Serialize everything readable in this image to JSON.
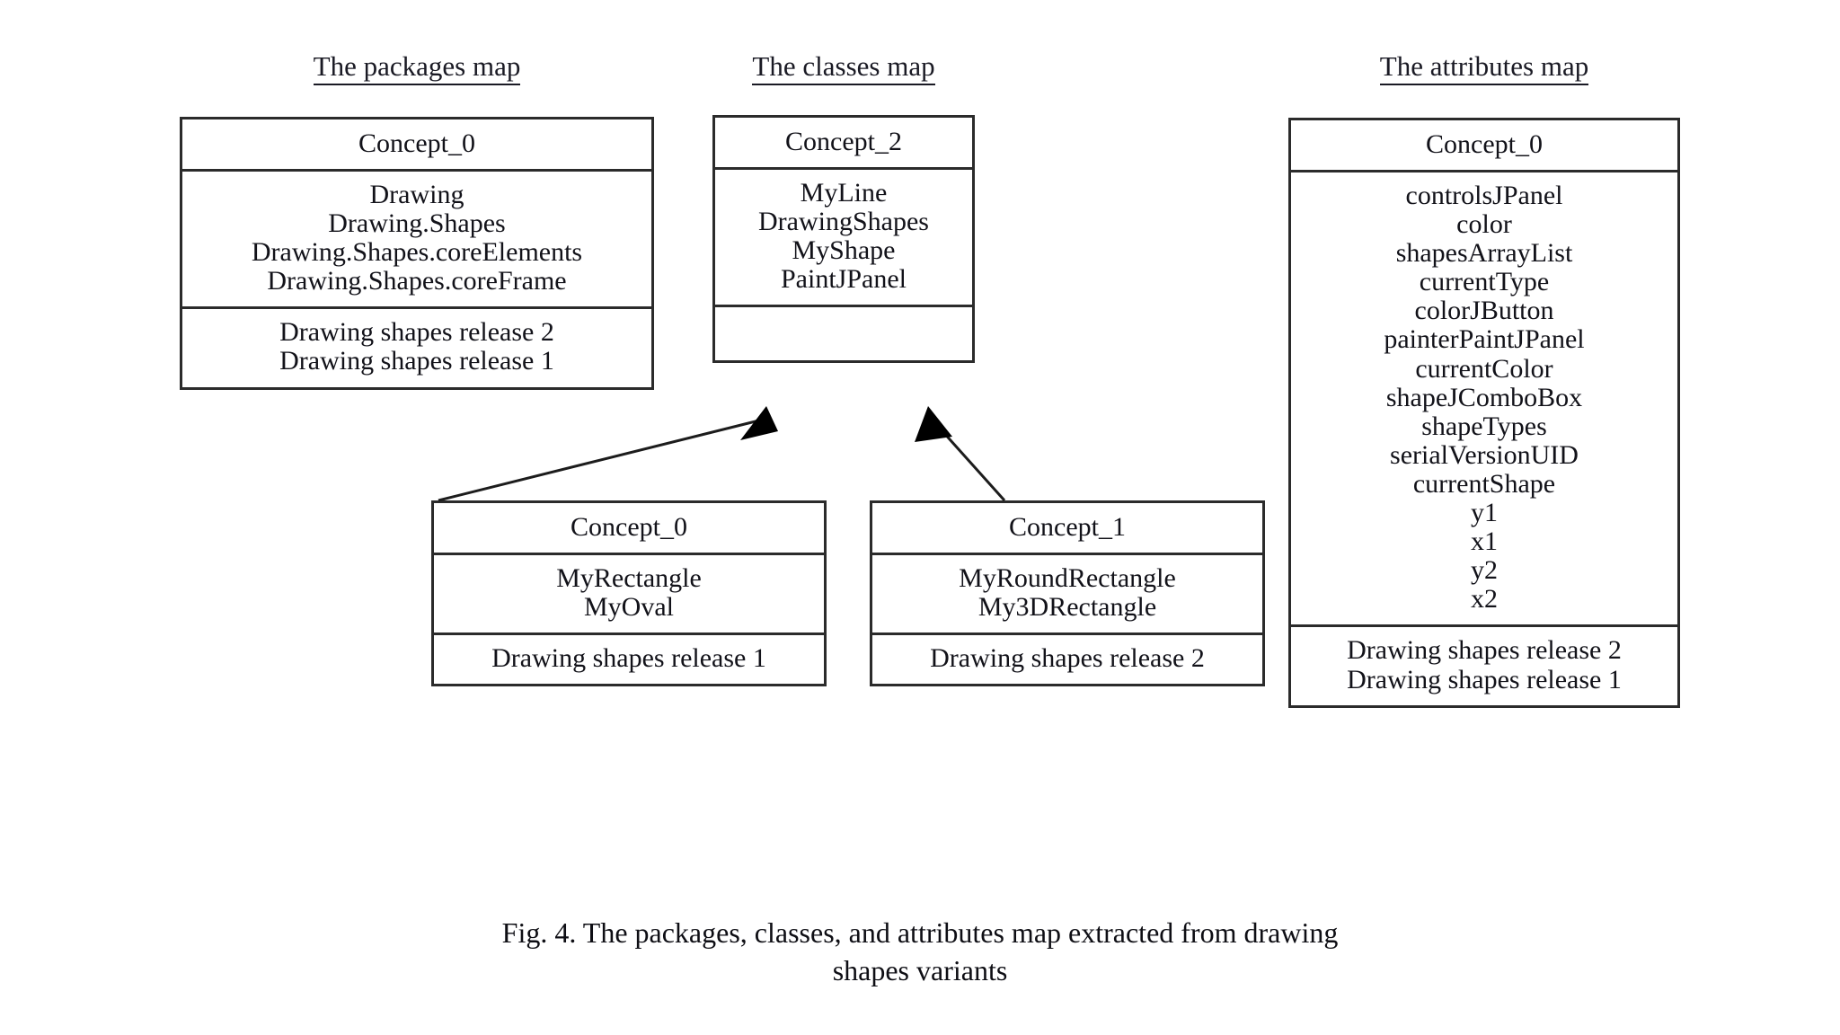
{
  "figure": {
    "caption_line1": "Fig. 4. The packages, classes, and attributes map extracted from drawing",
    "caption_line2": "shapes variants"
  },
  "columns": {
    "packages": {
      "title": "The packages map",
      "box": {
        "header": "Concept_0",
        "items": [
          "Drawing",
          "Drawing.Shapes",
          "Drawing.Shapes.coreElements",
          "Drawing.Shapes.coreFrame"
        ],
        "variants": [
          "Drawing shapes release 2",
          "Drawing shapes release 1"
        ]
      }
    },
    "classes": {
      "title": "The classes map",
      "box": {
        "header": "Concept_2",
        "items": [
          "MyLine",
          "DrawingShapes",
          "MyShape",
          "PaintJPanel"
        ],
        "variants": []
      },
      "subboxes": [
        {
          "header": "Concept_0",
          "items": [
            "MyRectangle",
            "MyOval"
          ],
          "variants": [
            "Drawing shapes release 1"
          ]
        },
        {
          "header": "Concept_1",
          "items": [
            "MyRoundRectangle",
            "My3DRectangle"
          ],
          "variants": [
            "Drawing shapes release 2"
          ]
        }
      ]
    },
    "attributes": {
      "title": "The attributes map",
      "box": {
        "header": "Concept_0",
        "items": [
          "controlsJPanel",
          "color",
          "shapesArrayList",
          "currentType",
          "colorJButton",
          "painterPaintJPanel",
          "currentColor",
          "shapeJComboBox",
          "shapeTypes",
          "serialVersionUID",
          "currentShape",
          "y1",
          "x1",
          "y2",
          "x2"
        ],
        "variants": [
          "Drawing shapes release 2",
          "Drawing shapes release 1"
        ]
      }
    }
  },
  "colors": {
    "stroke": "#2b2b2b",
    "text": "#121219",
    "background": "#ffffff"
  }
}
